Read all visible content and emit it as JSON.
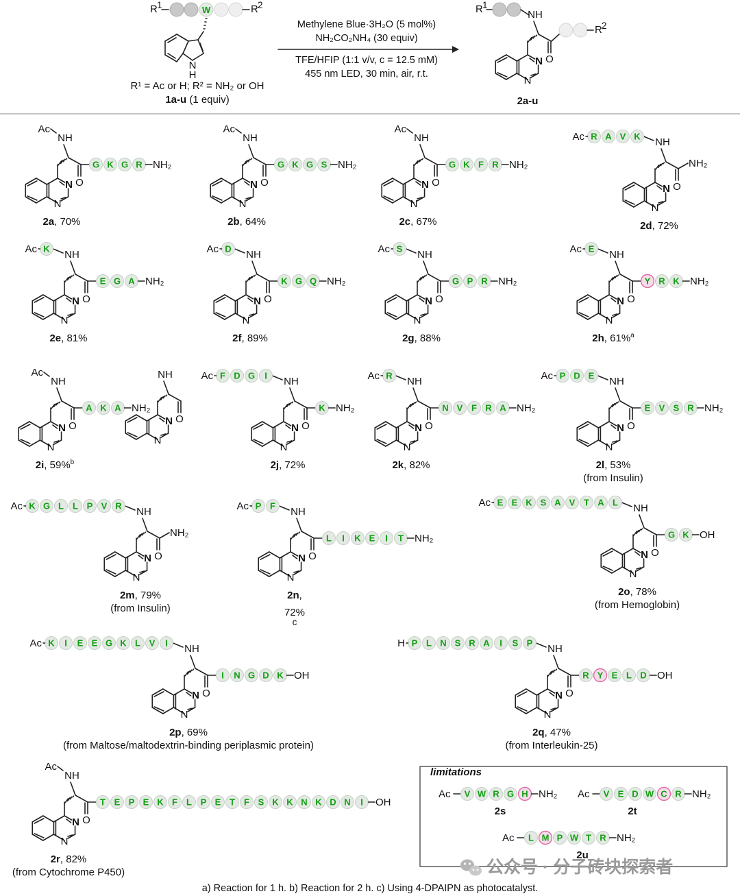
{
  "scheme": {
    "reactant_top": {
      "r1": "R",
      "r1_sup": "1",
      "core": "W",
      "r2": "R",
      "r2_sup": "2"
    },
    "reactant_note": "R¹ = Ac or H; R² = NH₂ or OH",
    "reactant_label": "1a-u",
    "reactant_equiv": "(1 equiv)",
    "product_label": "2a-u",
    "product_r1": "R",
    "product_r1_sup": "1",
    "product_r2": "R",
    "product_r2_sup": "2",
    "conditions": [
      "Methylene Blue·3H₂O (5 mol%)",
      "NH₂CO₂NH₄ (30 equiv)",
      "TFE/HFIP (1:1 v/v, c = 12.5 mM)",
      "455 nm LED, 30 min, air, r.t."
    ]
  },
  "atoms": {
    "nh": "NH",
    "n": "N",
    "o": "O",
    "h": "H",
    "nh2": "NH₂",
    "ac": "Ac",
    "oh": "OH"
  },
  "compounds": [
    {
      "id": "2a",
      "yield": ", 70%",
      "left": [],
      "right": [
        "G",
        "K",
        "G",
        "R"
      ],
      "end": "NH₂"
    },
    {
      "id": "2b",
      "yield": ", 64%",
      "left": [],
      "right": [
        "G",
        "K",
        "G",
        "S"
      ],
      "end": "NH₂"
    },
    {
      "id": "2c",
      "yield": ", 67%",
      "left": [],
      "right": [
        "G",
        "K",
        "F",
        "R"
      ],
      "end": "NH₂"
    },
    {
      "id": "2d",
      "yield": ", 72%",
      "left": [
        "R",
        "A",
        "V",
        "K"
      ],
      "right": [],
      "end": "NH₂"
    },
    {
      "id": "2e",
      "yield": ", 81%",
      "left": [
        "K"
      ],
      "right": [
        "E",
        "G",
        "A"
      ],
      "end": "NH₂"
    },
    {
      "id": "2f",
      "yield": ", 89%",
      "left": [
        "D"
      ],
      "right": [
        "K",
        "G",
        "Q"
      ],
      "end": "NH₂"
    },
    {
      "id": "2g",
      "yield": ", 88%",
      "left": [
        "S"
      ],
      "right": [
        "G",
        "P",
        "R"
      ],
      "end": "NH₂"
    },
    {
      "id": "2h",
      "yield": ", 61%",
      "sup": "a",
      "left": [
        "E"
      ],
      "right": [
        "Y",
        "R",
        "K"
      ],
      "pink": [
        "Y"
      ],
      "end": "NH₂"
    },
    {
      "id": "2i",
      "yield": ", 59%",
      "sup": "b",
      "left": [],
      "right": [
        "A",
        "K",
        "A"
      ],
      "end": "NH₂"
    },
    {
      "id": "2j",
      "yield": ", 72%",
      "left": [
        "F",
        "D",
        "G",
        "I"
      ],
      "right": [
        "K"
      ],
      "end": "NH₂"
    },
    {
      "id": "2k",
      "yield": ", 82%",
      "left": [
        "R"
      ],
      "right": [
        "N",
        "V",
        "F",
        "R",
        "A"
      ],
      "end": "NH₂"
    },
    {
      "id": "2l",
      "yield": ", 53%",
      "source": "(from Insulin)",
      "left": [
        "P",
        "D",
        "E"
      ],
      "right": [
        "E",
        "V",
        "S",
        "R"
      ],
      "end": "NH₂"
    },
    {
      "id": "2m",
      "yield": ", 79%",
      "source": "(from Insulin)",
      "left": [
        "K",
        "G",
        "L",
        "L",
        "P",
        "V",
        "R"
      ],
      "right": [],
      "end": "NH₂"
    },
    {
      "id": "2n",
      "yield": ",",
      "yield2": "72%",
      "sup": "c",
      "left": [
        "P",
        "F"
      ],
      "right": [
        "L",
        "I",
        "K",
        "E",
        "I",
        "T"
      ],
      "end": "NH₂"
    },
    {
      "id": "2o",
      "yield": ", 78%",
      "source": "(from Hemoglobin)",
      "left": [
        "E",
        "E",
        "K",
        "S",
        "A",
        "V",
        "T",
        "A",
        "L"
      ],
      "right": [
        "G",
        "K"
      ],
      "end": "OH"
    },
    {
      "id": "2p",
      "yield": ", 69%",
      "source": "(from Maltose/maltodextrin-binding periplasmic protein)",
      "left": [
        "K",
        "I",
        "E",
        "E",
        "G",
        "K",
        "L",
        "V",
        "I"
      ],
      "right": [
        "I",
        "N",
        "G",
        "D",
        "K"
      ],
      "end": "OH"
    },
    {
      "id": "2q",
      "yield": ", 47%",
      "source": "(from Interleukin-25)",
      "start": "H",
      "left": [
        "P",
        "L",
        "N",
        "S",
        "R",
        "A",
        "I",
        "S",
        "P"
      ],
      "right": [
        "R",
        "Y",
        "E",
        "L",
        "D"
      ],
      "pink": [
        "Y"
      ],
      "end": "OH"
    },
    {
      "id": "2r",
      "yield": ", 82%",
      "source": "(from Cytochrome P450)",
      "left": [],
      "right": [
        "T",
        "E",
        "P",
        "E",
        "K",
        "F",
        "L",
        "P",
        "E",
        "T",
        "F",
        "S",
        "K",
        "K",
        "N",
        "K",
        "D",
        "N",
        "I"
      ],
      "end": "OH"
    }
  ],
  "limitations": {
    "title": "limitations",
    "items": [
      {
        "id": "2s",
        "seq": [
          "V",
          "W",
          "R",
          "G",
          "H"
        ],
        "pink_index": 4,
        "end": "NH₂"
      },
      {
        "id": "2t",
        "seq": [
          "V",
          "E",
          "D",
          "W",
          "C",
          "R"
        ],
        "pink_index": 4,
        "end": "NH₂"
      },
      {
        "id": "2u",
        "seq": [
          "L",
          "M",
          "P",
          "W",
          "T",
          "R"
        ],
        "pink_index": 1,
        "end": "NH₂"
      }
    ]
  },
  "footnote": "a) Reaction for 1 h. b) Reaction for 2 h. c) Using 4-DPAIPN as photocatalyst.",
  "watermark": "公众号 · 分子砖块探索者"
}
